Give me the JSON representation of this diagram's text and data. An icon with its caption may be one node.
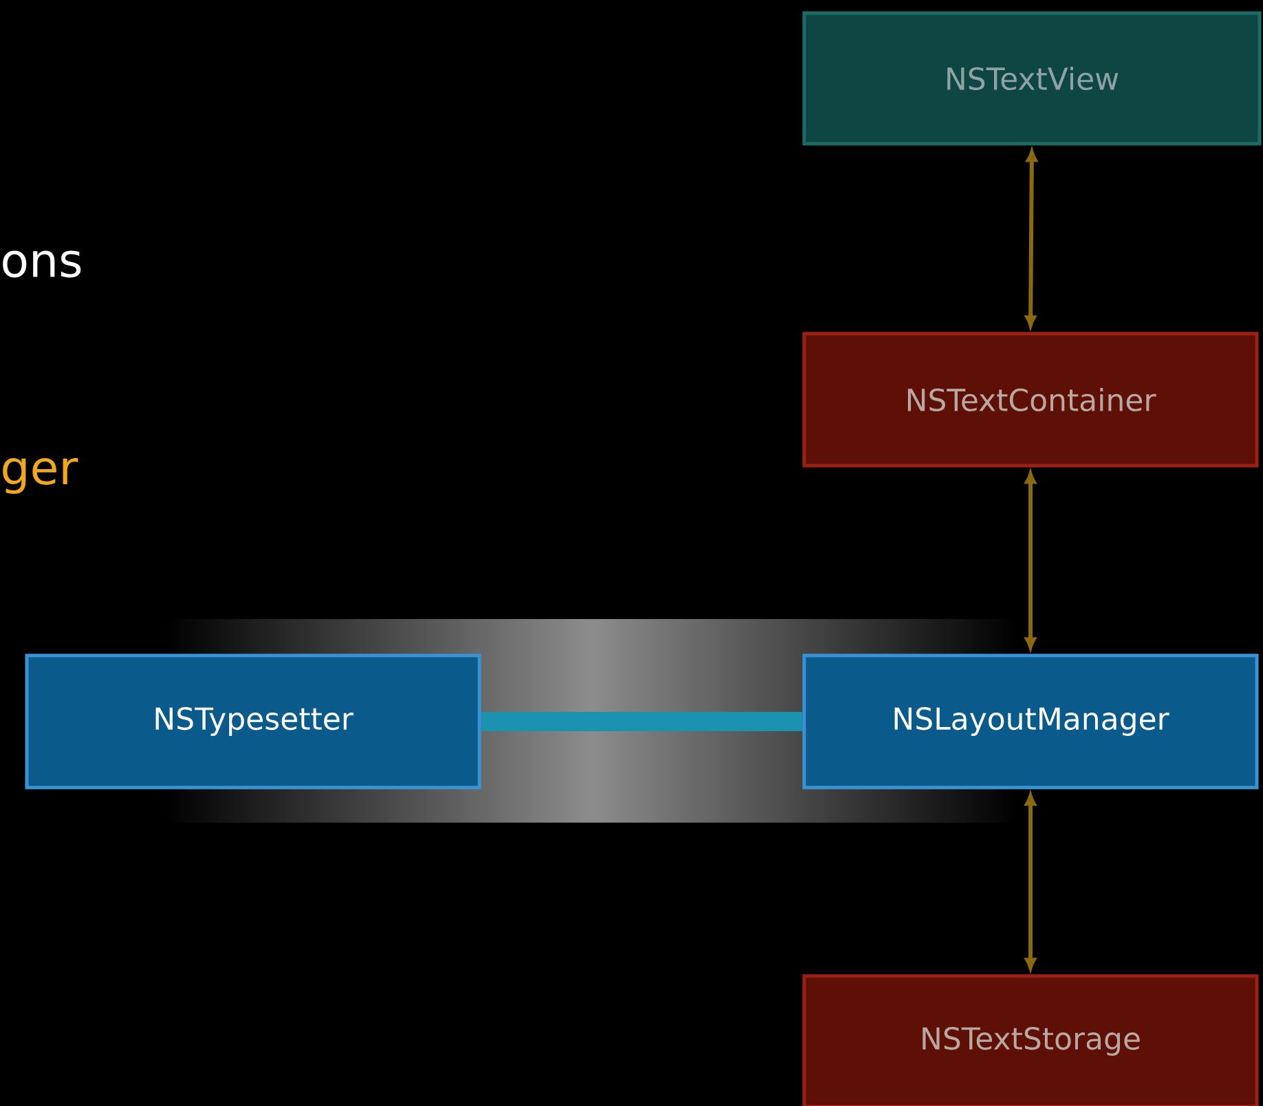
{
  "diagram": {
    "nodes": [
      {
        "text": [
          "NSTextView"
        ]
      },
      {
        "text": [
          "NSTextContainer"
        ]
      },
      {
        "text": [
          "NSTypesetter"
        ]
      },
      {
        "text": [
          "NSLayoutManager"
        ]
      },
      {
        "text": [
          "NSTextStorage"
        ]
      }
    ],
    "edges": [
      {
        "from": 0,
        "to": 1,
        "arrow": "both"
      },
      {
        "from": 1,
        "to": 3,
        "arrow": "both"
      },
      {
        "from": 2,
        "to": 3,
        "arrow": "none",
        "style": "thick",
        "color": "#1a92b0"
      },
      {
        "from": 3,
        "to": 4,
        "arrow": "both"
      }
    ],
    "labels": [
      "ons",
      "ger"
    ]
  }
}
